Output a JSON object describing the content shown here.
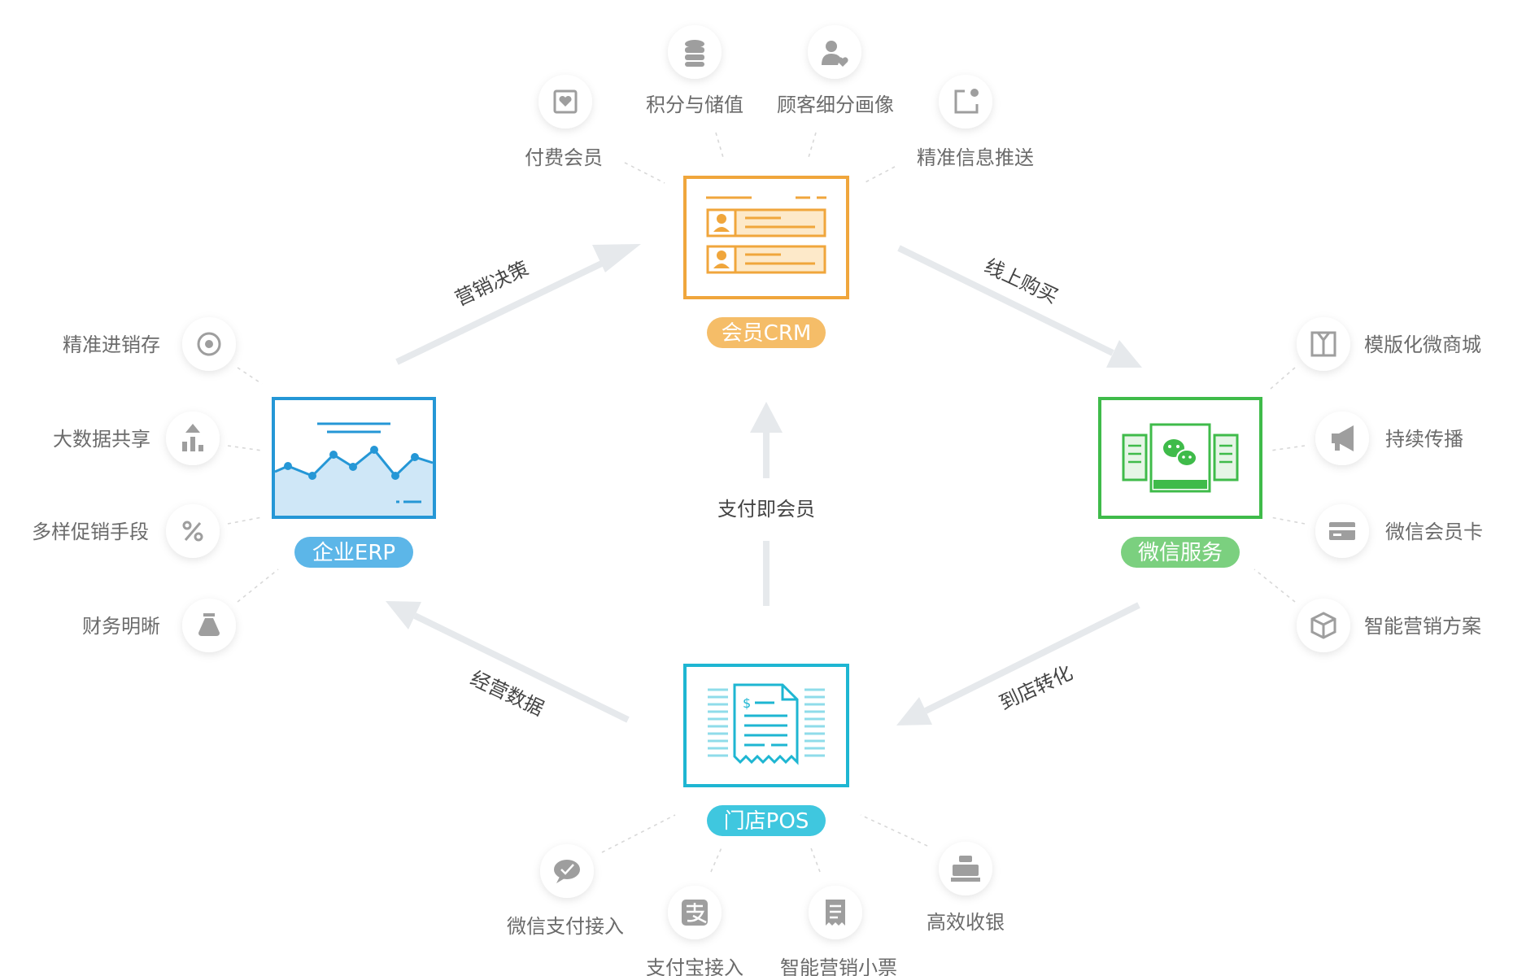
{
  "hubs": {
    "crm": {
      "label": "会员CRM",
      "color": "#f0a63c"
    },
    "erp": {
      "label": "企业ERP",
      "color": "#2597d6"
    },
    "wechat": {
      "label": "微信服务",
      "color": "#3fbb4a"
    },
    "pos": {
      "label": "门店POS",
      "color": "#1eb6d2"
    }
  },
  "flows": {
    "erp_to_crm": "营销决策",
    "crm_to_wechat": "线上购买",
    "wechat_to_pos": "到店转化",
    "pos_to_erp": "经营数据",
    "pos_to_crm": "支付即会员"
  },
  "features": {
    "crm": [
      {
        "label": "付费会员",
        "icon": "heart-card-icon"
      },
      {
        "label": "积分与储值",
        "icon": "coins-stack-icon"
      },
      {
        "label": "顾客细分画像",
        "icon": "user-heart-icon"
      },
      {
        "label": "精准信息推送",
        "icon": "notification-icon"
      }
    ],
    "erp": [
      {
        "label": "精准进销存",
        "icon": "target-icon"
      },
      {
        "label": "大数据共享",
        "icon": "bar-upload-icon"
      },
      {
        "label": "多样促销手段",
        "icon": "percent-icon"
      },
      {
        "label": "财务明晰",
        "icon": "money-bag-icon"
      }
    ],
    "wechat": [
      {
        "label": "模版化微商城",
        "icon": "storefront-icon"
      },
      {
        "label": "持续传播",
        "icon": "megaphone-icon"
      },
      {
        "label": "微信会员卡",
        "icon": "member-card-icon"
      },
      {
        "label": "智能营销方案",
        "icon": "cube-icon"
      }
    ],
    "pos": [
      {
        "label": "微信支付接入",
        "icon": "wechat-pay-icon"
      },
      {
        "label": "支付宝接入",
        "icon": "alipay-icon"
      },
      {
        "label": "智能营销小票",
        "icon": "receipt-icon"
      },
      {
        "label": "高效收银",
        "icon": "cash-register-icon"
      }
    ]
  }
}
